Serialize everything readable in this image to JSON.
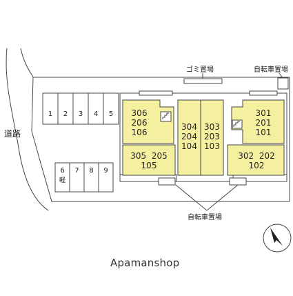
{
  "labels": {
    "road": "道路",
    "garbage": "ゴミ置場",
    "bicycle_top": "自転車置場",
    "bicycle_bottom": "自転車置場",
    "brand": "Apamanshop"
  },
  "parking_row1": [
    "1",
    "2",
    "3",
    "4",
    "5"
  ],
  "parking_row2": [
    {
      "num": "6",
      "sub": "軽"
    },
    {
      "num": "7",
      "sub": ""
    },
    {
      "num": "8",
      "sub": ""
    },
    {
      "num": "9",
      "sub": ""
    }
  ],
  "units": {
    "left_top": [
      "306",
      "206",
      "106"
    ],
    "left_bottom_row": "305  205",
    "left_bottom_row2": "105",
    "mid_left": [
      "304",
      "204",
      "104"
    ],
    "mid_right": [
      "303",
      "203",
      "103"
    ],
    "right_top": [
      "301",
      "201",
      "101"
    ],
    "right_bottom_row": "302  202",
    "right_bottom_row2": "102"
  },
  "colors": {
    "unit_fill": "#f5f0a0",
    "line": "#333333"
  },
  "icons": {
    "stairs_left": "stairs-icon",
    "stairs_right": "stairs-icon",
    "north_arrow": "compass-north-arrow-icon"
  }
}
